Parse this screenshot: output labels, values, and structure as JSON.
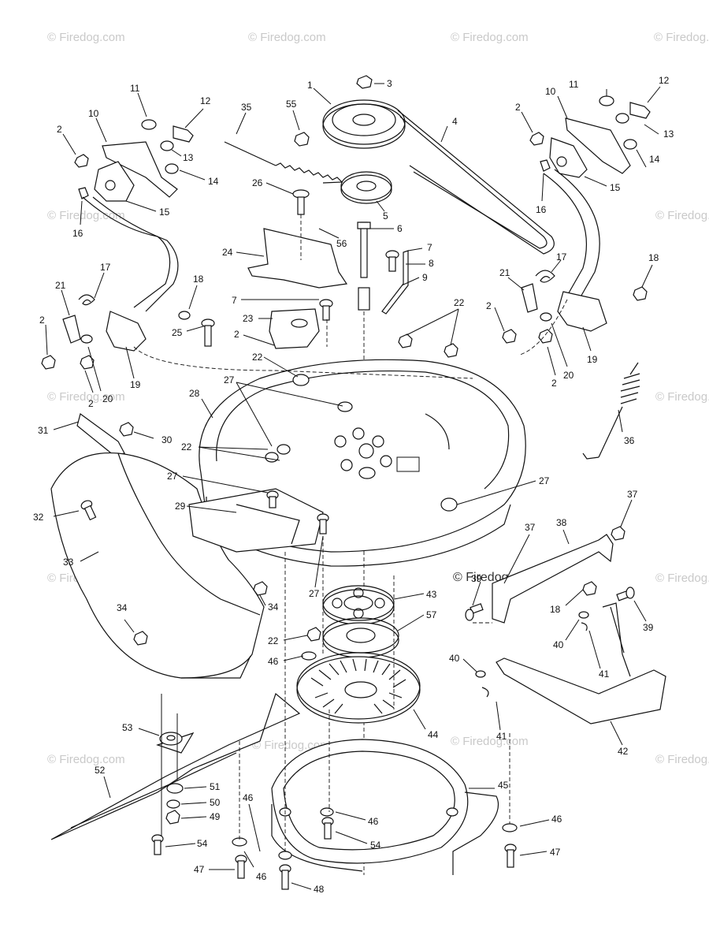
{
  "watermark": "© Firedog.com",
  "callouts": [
    {
      "n": "1"
    },
    {
      "n": "3"
    },
    {
      "n": "4"
    },
    {
      "n": "55"
    },
    {
      "n": "35"
    },
    {
      "n": "26"
    },
    {
      "n": "5"
    },
    {
      "n": "56"
    },
    {
      "n": "6"
    },
    {
      "n": "7"
    },
    {
      "n": "8"
    },
    {
      "n": "9"
    },
    {
      "n": "24"
    },
    {
      "n": "7"
    },
    {
      "n": "23"
    },
    {
      "n": "25"
    },
    {
      "n": "2"
    },
    {
      "n": "22"
    },
    {
      "n": "22"
    },
    {
      "n": "11"
    },
    {
      "n": "12"
    },
    {
      "n": "10"
    },
    {
      "n": "2"
    },
    {
      "n": "13"
    },
    {
      "n": "14"
    },
    {
      "n": "15"
    },
    {
      "n": "16"
    },
    {
      "n": "11"
    },
    {
      "n": "12"
    },
    {
      "n": "10"
    },
    {
      "n": "2"
    },
    {
      "n": "13"
    },
    {
      "n": "14"
    },
    {
      "n": "15"
    },
    {
      "n": "16"
    },
    {
      "n": "17"
    },
    {
      "n": "21"
    },
    {
      "n": "18"
    },
    {
      "n": "2"
    },
    {
      "n": "20"
    },
    {
      "n": "19"
    },
    {
      "n": "17"
    },
    {
      "n": "21"
    },
    {
      "n": "18"
    },
    {
      "n": "2"
    },
    {
      "n": "2"
    },
    {
      "n": "20"
    },
    {
      "n": "19"
    },
    {
      "n": "2"
    },
    {
      "n": "36"
    },
    {
      "n": "27"
    },
    {
      "n": "28"
    },
    {
      "n": "31"
    },
    {
      "n": "30"
    },
    {
      "n": "22"
    },
    {
      "n": "22"
    },
    {
      "n": "27"
    },
    {
      "n": "27"
    },
    {
      "n": "29"
    },
    {
      "n": "32"
    },
    {
      "n": "33"
    },
    {
      "n": "34"
    },
    {
      "n": "34"
    },
    {
      "n": "27"
    },
    {
      "n": "22"
    },
    {
      "n": "46"
    },
    {
      "n": "43"
    },
    {
      "n": "57"
    },
    {
      "n": "44"
    },
    {
      "n": "37"
    },
    {
      "n": "37"
    },
    {
      "n": "38"
    },
    {
      "n": "39"
    },
    {
      "n": "18"
    },
    {
      "n": "39"
    },
    {
      "n": "40"
    },
    {
      "n": "41"
    },
    {
      "n": "40"
    },
    {
      "n": "41"
    },
    {
      "n": "42"
    },
    {
      "n": "53"
    },
    {
      "n": "52"
    },
    {
      "n": "51"
    },
    {
      "n": "50"
    },
    {
      "n": "49"
    },
    {
      "n": "54"
    },
    {
      "n": "47"
    },
    {
      "n": "46"
    },
    {
      "n": "46"
    },
    {
      "n": "48"
    },
    {
      "n": "45"
    },
    {
      "n": "46"
    },
    {
      "n": "54"
    },
    {
      "n": "46"
    },
    {
      "n": "47"
    }
  ]
}
